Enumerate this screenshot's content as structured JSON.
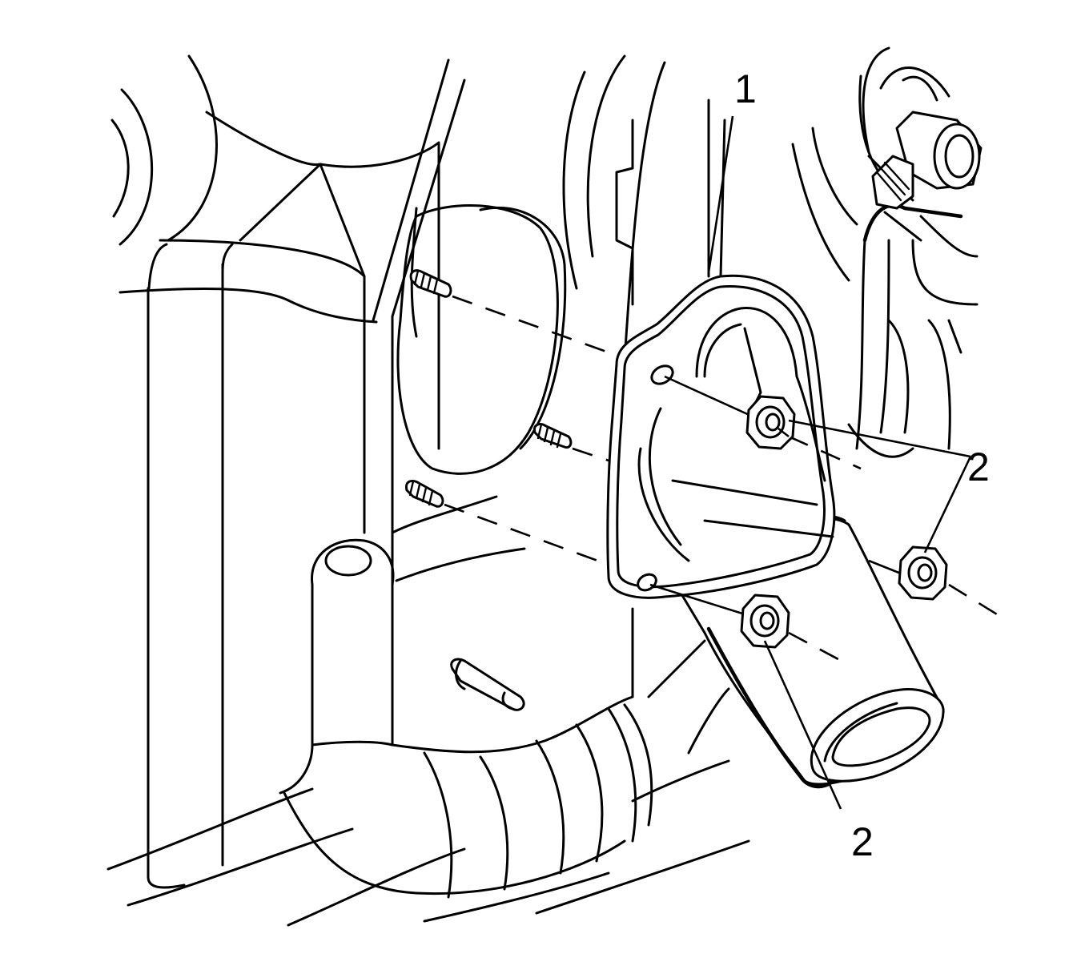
{
  "callouts": {
    "c1": "1",
    "c2_upper": "2",
    "c2_lower": "2"
  },
  "colors": {
    "line": "#000000",
    "background": "#ffffff"
  }
}
